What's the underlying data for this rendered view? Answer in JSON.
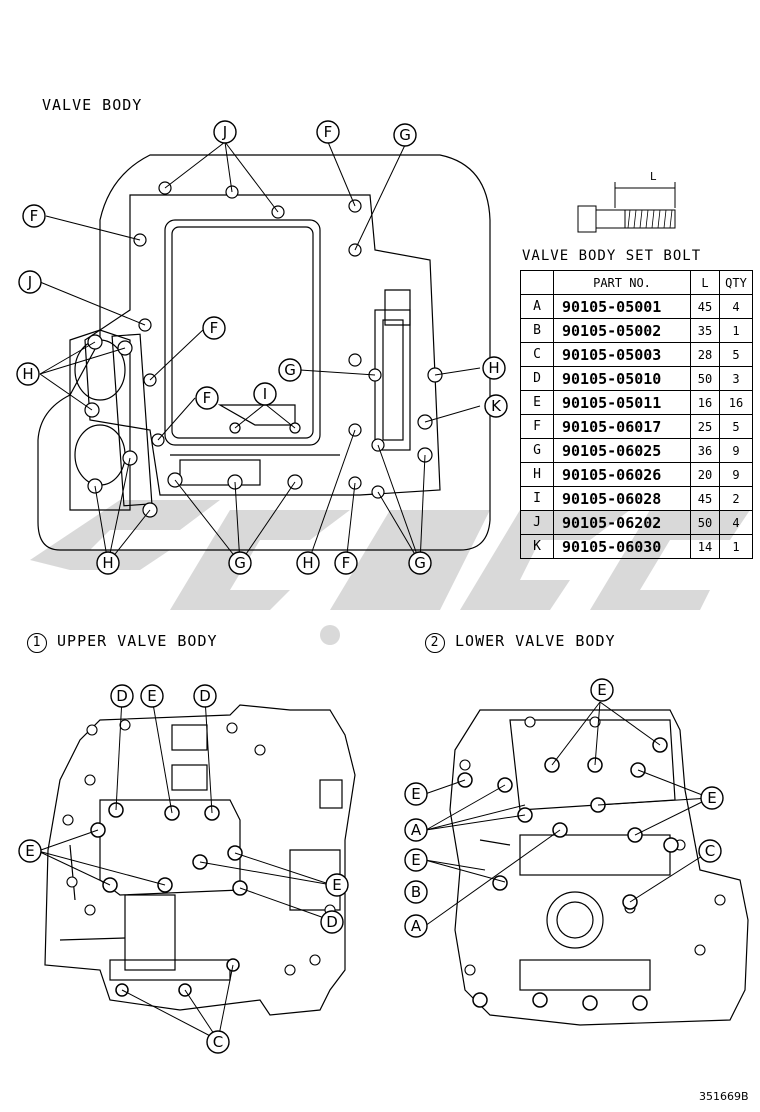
{
  "main": {
    "title": "VALVE BODY",
    "upper_title": "UPPER VALVE BODY",
    "lower_title": "LOWER VALVE BODY",
    "upper_num": "1",
    "lower_num": "2",
    "figure_id": "351669B"
  },
  "bolt_diagram": {
    "dim_label": "L"
  },
  "table": {
    "title": "VALVE BODY SET BOLT",
    "headers": [
      "",
      "PART NO.",
      "L",
      "QTY"
    ],
    "rows": [
      {
        "code": "A",
        "part": "90105-05001",
        "l": "45",
        "qty": "4"
      },
      {
        "code": "B",
        "part": "90105-05002",
        "l": "35",
        "qty": "1"
      },
      {
        "code": "C",
        "part": "90105-05003",
        "l": "28",
        "qty": "5"
      },
      {
        "code": "D",
        "part": "90105-05010",
        "l": "50",
        "qty": "3"
      },
      {
        "code": "E",
        "part": "90105-05011",
        "l": "16",
        "qty": "16"
      },
      {
        "code": "F",
        "part": "90105-06017",
        "l": "25",
        "qty": "5"
      },
      {
        "code": "G",
        "part": "90105-06025",
        "l": "36",
        "qty": "9"
      },
      {
        "code": "H",
        "part": "90105-06026",
        "l": "20",
        "qty": "9"
      },
      {
        "code": "I",
        "part": "90105-06028",
        "l": "45",
        "qty": "2"
      },
      {
        "code": "J",
        "part": "90105-06202",
        "l": "50",
        "qty": "4"
      },
      {
        "code": "K",
        "part": "90105-06030",
        "l": "14",
        "qty": "1"
      }
    ]
  },
  "callouts": {
    "J": "J",
    "F": "F",
    "G": "G",
    "H": "H",
    "I": "I",
    "K": "K",
    "A": "A",
    "B": "B",
    "C": "C",
    "D": "D",
    "E": "E"
  }
}
